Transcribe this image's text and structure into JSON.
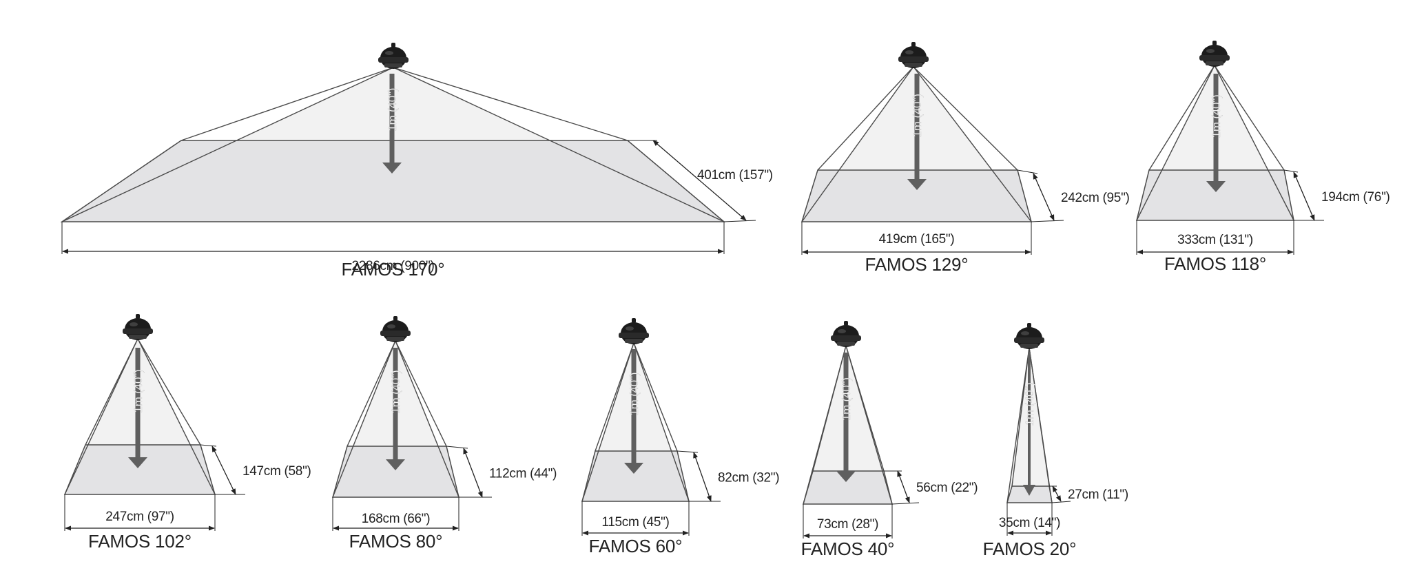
{
  "colors": {
    "beam_upper": "#f2f2f2",
    "beam_lower": "#e3e3e5",
    "edge": "#4a4a4a",
    "arrow": "#5f5f5f",
    "lamp": "#1c1c1c"
  },
  "icons": {
    "lamp": "lamp-icon"
  },
  "heater_label": "1m (40\")",
  "heaters": [
    {
      "id": "famos-170",
      "model": "FAMOS 170°",
      "width": "2286cm (900\")",
      "depth": "401cm (157\")"
    },
    {
      "id": "famos-129",
      "model": "FAMOS 129°",
      "width": "419cm (165\")",
      "depth": "242cm (95\")"
    },
    {
      "id": "famos-118",
      "model": "FAMOS 118°",
      "width": "333cm (131\")",
      "depth": "194cm (76\")"
    },
    {
      "id": "famos-102",
      "model": "FAMOS 102°",
      "width": "247cm (97\")",
      "depth": "147cm (58\")"
    },
    {
      "id": "famos-80",
      "model": "FAMOS 80°",
      "width": "168cm (66\")",
      "depth": "112cm (44\")"
    },
    {
      "id": "famos-60",
      "model": "FAMOS 60°",
      "width": "115cm (45\")",
      "depth": "82cm (32\")"
    },
    {
      "id": "famos-40",
      "model": "FAMOS 40°",
      "width": "73cm (28\")",
      "depth": "56cm (22\")"
    },
    {
      "id": "famos-20",
      "model": "FAMOS 20°",
      "width": "35cm (14\")",
      "depth": "27cm (11\")"
    }
  ]
}
